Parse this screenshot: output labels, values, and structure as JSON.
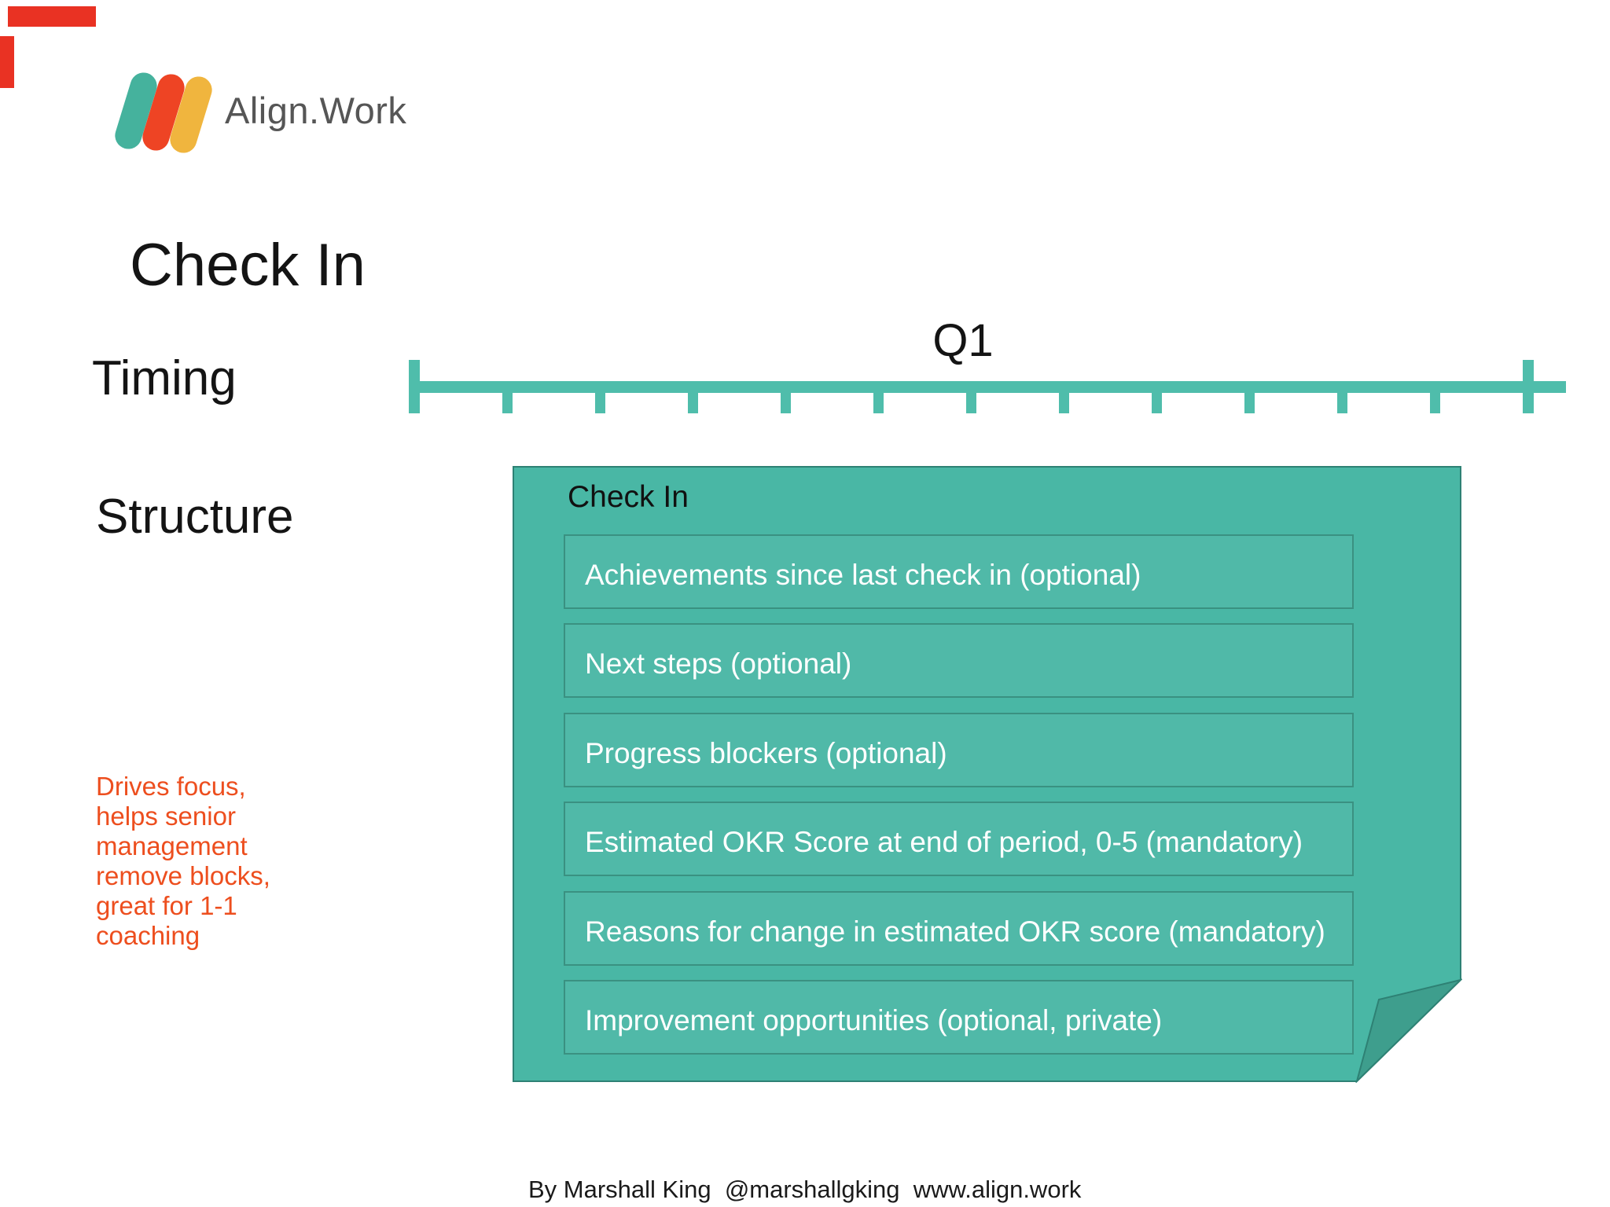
{
  "brand": {
    "name": "Align.Work",
    "stripe_teal": "#45b29d",
    "stripe_red": "#ee4424",
    "stripe_yellow": "#f0b53e",
    "text_color": "#565656"
  },
  "decor": {
    "corner_mark_color": "#e93223"
  },
  "page": {
    "title": "Check In"
  },
  "labels": {
    "timing": "Timing",
    "structure": "Structure"
  },
  "timeline": {
    "quarter": "Q1",
    "color": "#4fbdab",
    "short_tick_count": 11
  },
  "note": {
    "color": "#ed4e1e",
    "lines": [
      "Drives focus,",
      "helps senior",
      "management",
      "remove blocks,",
      "great for 1-1",
      "coaching"
    ]
  },
  "panel": {
    "title": "Check In",
    "bg": "#49b7a5",
    "border": "#2e8174",
    "row_border": "#3a9181",
    "fold": "#3e9e8d",
    "rows": [
      "Achievements since last check in (optional)",
      "Next steps (optional)",
      "Progress blockers (optional)",
      "Estimated OKR Score at end of period, 0-5 (mandatory)",
      "Reasons for change in estimated OKR score (mandatory)",
      "Improvement opportunities (optional, private)"
    ]
  },
  "footer": {
    "credit": "By Marshall King  @marshallgking  www.align.work"
  }
}
